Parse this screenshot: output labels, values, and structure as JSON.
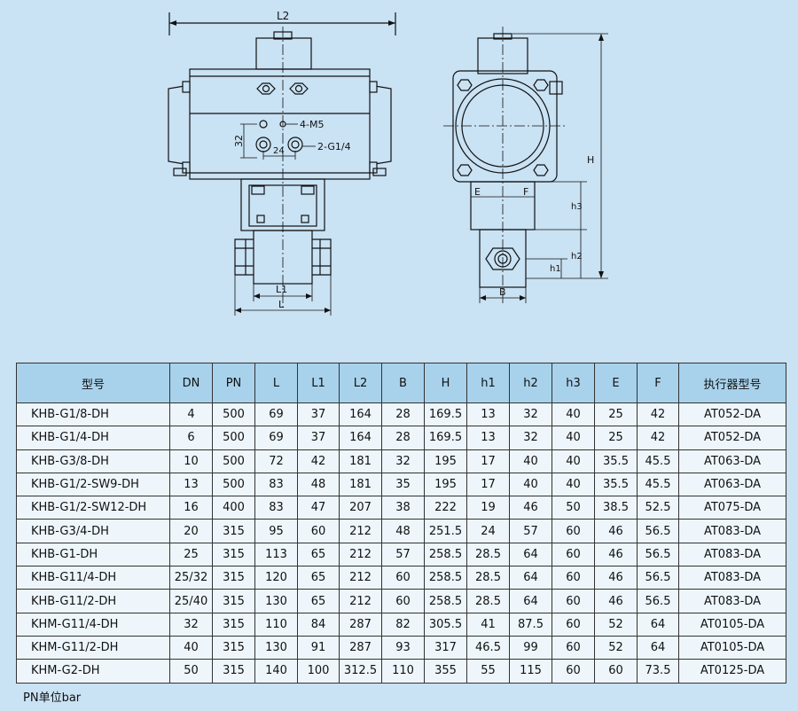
{
  "drawing": {
    "labels": {
      "L2": "L2",
      "L1": "L1",
      "L": "L",
      "port_holes": "4-M5",
      "port_thread": "2-G1/4",
      "dim_32": "32",
      "dim_24": "24",
      "H": "H",
      "E": "E",
      "F": "F",
      "h1": "h1",
      "h2": "h2",
      "h3": "h3",
      "B": "B"
    }
  },
  "table": {
    "headers": [
      "型号",
      "DN",
      "PN",
      "L",
      "L1",
      "L2",
      "B",
      "H",
      "h1",
      "h2",
      "h3",
      "E",
      "F",
      "执行器型号"
    ],
    "rows": [
      [
        "KHB-G1/8-DH",
        "4",
        "500",
        "69",
        "37",
        "164",
        "28",
        "169.5",
        "13",
        "32",
        "40",
        "25",
        "42",
        "AT052-DA"
      ],
      [
        "KHB-G1/4-DH",
        "6",
        "500",
        "69",
        "37",
        "164",
        "28",
        "169.5",
        "13",
        "32",
        "40",
        "25",
        "42",
        "AT052-DA"
      ],
      [
        "KHB-G3/8-DH",
        "10",
        "500",
        "72",
        "42",
        "181",
        "32",
        "195",
        "17",
        "40",
        "40",
        "35.5",
        "45.5",
        "AT063-DA"
      ],
      [
        "KHB-G1/2-SW9-DH",
        "13",
        "500",
        "83",
        "48",
        "181",
        "35",
        "195",
        "17",
        "40",
        "40",
        "35.5",
        "45.5",
        "AT063-DA"
      ],
      [
        "KHB-G1/2-SW12-DH",
        "16",
        "400",
        "83",
        "47",
        "207",
        "38",
        "222",
        "19",
        "46",
        "50",
        "38.5",
        "52.5",
        "AT075-DA"
      ],
      [
        "KHB-G3/4-DH",
        "20",
        "315",
        "95",
        "60",
        "212",
        "48",
        "251.5",
        "24",
        "57",
        "60",
        "46",
        "56.5",
        "AT083-DA"
      ],
      [
        "KHB-G1-DH",
        "25",
        "315",
        "113",
        "65",
        "212",
        "57",
        "258.5",
        "28.5",
        "64",
        "60",
        "46",
        "56.5",
        "AT083-DA"
      ],
      [
        "KHB-G11/4-DH",
        "25/32",
        "315",
        "120",
        "65",
        "212",
        "60",
        "258.5",
        "28.5",
        "64",
        "60",
        "46",
        "56.5",
        "AT083-DA"
      ],
      [
        "KHB-G11/2-DH",
        "25/40",
        "315",
        "130",
        "65",
        "212",
        "60",
        "258.5",
        "28.5",
        "64",
        "60",
        "46",
        "56.5",
        "AT083-DA"
      ],
      [
        "KHM-G11/4-DH",
        "32",
        "315",
        "110",
        "84",
        "287",
        "82",
        "305.5",
        "41",
        "87.5",
        "60",
        "52",
        "64",
        "AT0105-DA"
      ],
      [
        "KHM-G11/2-DH",
        "40",
        "315",
        "130",
        "91",
        "287",
        "93",
        "317",
        "46.5",
        "99",
        "60",
        "52",
        "64",
        "AT0105-DA"
      ],
      [
        "KHM-G2-DH",
        "50",
        "315",
        "140",
        "100",
        "312.5",
        "110",
        "355",
        "55",
        "115",
        "60",
        "60",
        "73.5",
        "AT0125-DA"
      ]
    ]
  },
  "footnote": "PN单位bar"
}
